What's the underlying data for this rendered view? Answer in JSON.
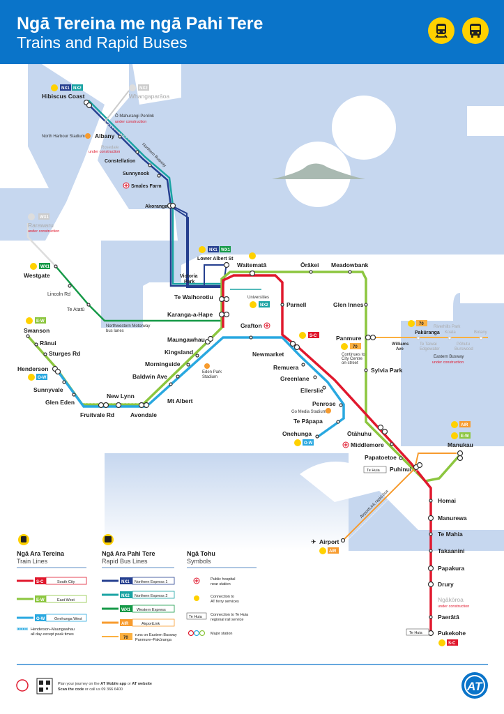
{
  "header": {
    "title_mi": "Ngā Tereina me ngā Pahi Tere",
    "title_en": "Trains and Rapid Buses",
    "icons": [
      "train-icon",
      "bus-icon"
    ],
    "brand_color": "#0a74c9"
  },
  "colors": {
    "south": "#e0182d",
    "eastwest": "#8cc63f",
    "onehunga": "#29a8e0",
    "nx1": "#253f8f",
    "nx2": "#1aa3a3",
    "wx1": "#159947",
    "airport": "#f79b2e",
    "bus70": "#fbb040",
    "water": "#c6d7ef"
  },
  "stations": {
    "hibiscus": "Hibiscus Coast",
    "whangaparaoa": "Whangaparāoa",
    "omahurangi": "Ō Mahurangi Penlink",
    "albany": "Albany",
    "north_harbour": "North Harbour Stadium",
    "rosedale": "Rosedale",
    "constellation": "Constellation",
    "sunnynook": "Sunnynook",
    "smales": "Smales Farm",
    "akoranga": "Akoranga",
    "northern_busway": "Northern Busway",
    "rarawaru": "Rarawaru",
    "westgate": "Westgate",
    "lincoln": "Lincoln Rd",
    "te_atatu": "Te Atatū",
    "nw_motorway": "Northwestern Motorway",
    "bus_lanes": "bus lanes",
    "lower_albert": "Lower Albert St",
    "victoria_park": "Victoria",
    "victoria_park2": "Park",
    "waitemata": "Waitematā",
    "orakei": "Ōrākei",
    "meadowbank": "Meadowbank",
    "te_waihorotiu": "Te Waihorotiu",
    "universities": "Universities",
    "parnell": "Parnell",
    "glen_innes": "Glen Innes",
    "karanga": "Karanga-a-Hape",
    "grafton": "Grafton",
    "swanson": "Swanson",
    "ranui": "Rānui",
    "sturges": "Sturges Rd",
    "henderson": "Henderson",
    "sunnyvale": "Sunnyvale",
    "glen_eden": "Glen Eden",
    "fruitvale": "Fruitvale Rd",
    "new_lynn": "New Lynn",
    "avondale": "Avondale",
    "mt_albert": "Mt Albert",
    "baldwin": "Baldwin Ave",
    "morningside": "Morningside",
    "kingsland": "Kingsland",
    "maungawhau": "Maungawhau",
    "eden_park": "Eden Park",
    "eden_park2": "Stadium",
    "newmarket": "Newmarket",
    "remuera": "Remuera",
    "greenlane": "Greenlane",
    "ellerslie": "Ellerslie",
    "penrose": "Penrose",
    "go_media": "Go Media Stadium",
    "te_papapa": "Te Pāpapa",
    "onehunga": "Onehunga",
    "panmure": "Panmure",
    "sylvia_park": "Sylvia Park",
    "continues": "Continues to",
    "continues2": "City Centre",
    "continues3": "on-street",
    "williams": "Williams",
    "williams2": "Ave",
    "pakuranga": "Pakūranga",
    "te_taiwai": "Te Taiwai",
    "edgewater": "Edgewater",
    "riverhills": "Riverhills Park",
    "koata": "Koata",
    "pohutu": "Pōhutu",
    "burswood": "Burswood",
    "botany": "Botany",
    "eastern_busway": "Eastern Busway",
    "otahuhu": "Ōtāhuhu",
    "middlemore": "Middlemore",
    "papatoetoe": "Papatoetoe",
    "puhinui": "Puhinui",
    "te_huia": "Te Huia",
    "manukau": "Manukau",
    "airportlink": "AirportLink rapid bus",
    "airport": "Airport",
    "homai": "Homai",
    "manurewa": "Manurewa",
    "te_mahia": "Te Mahia",
    "takaanini": "Takaanini",
    "papakura": "Papakura",
    "drury": "Drury",
    "ngakoroa": "Ngākōroa",
    "paerata": "Paerātā",
    "pukekohe": "Pukekohe",
    "under_construction": "under construction"
  },
  "badges": {
    "nx1": "NX1",
    "nx2": "NX2",
    "wx1": "WX1",
    "ew": "E-W",
    "sc": "S-C",
    "ow": "O-W",
    "air": "AIR",
    "b70": "70"
  },
  "legend": {
    "train_h": "Ngā Ara Tereina",
    "train_s": "Train Lines",
    "bus_h": "Ngā Ara Pahi Tere",
    "bus_s": "Rapid Bus Lines",
    "sym_h": "Ngā Tohu",
    "sym_s": "Symbols",
    "south_city": "South City",
    "east_west": "East West",
    "onehunga_west": "Onehunga West",
    "hm_note1": "Henderson–Maungawhau",
    "hm_note2": "all day except peak times",
    "ne1": "Northern Express 1",
    "ne2": "Northern Express 2",
    "we1": "Western Express",
    "airlink": "AirportLink",
    "b70_note1": "runs on Eastern Busway",
    "b70_note2": "Panmure–Pakūranga",
    "hosp1": "Public hospital",
    "hosp2": "near station",
    "ferry1": "Connection to",
    "ferry2": "AT ferry services",
    "tehuia1": "Connection to Te Huia",
    "tehuia2": "regional rail service",
    "major": "Major station"
  },
  "footer": {
    "line1_a": "Plan your journey on the ",
    "line1_b": "AT Mobile app",
    "line1_c": " or ",
    "line1_d": "AT website",
    "line2_a": "Scan the code",
    "line2_b": " or call us 09 366 6400",
    "logo": "AT"
  }
}
